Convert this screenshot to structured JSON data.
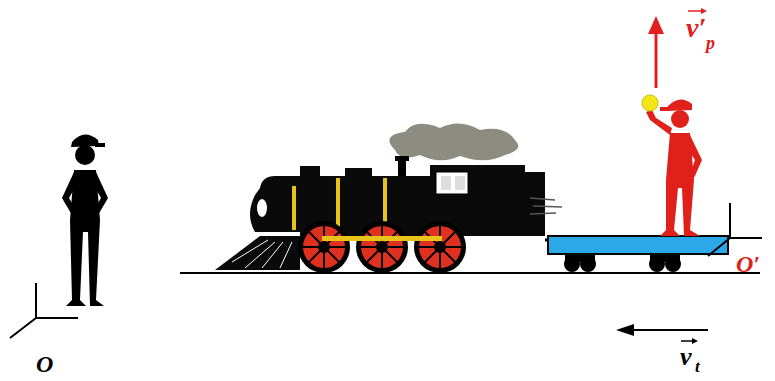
{
  "diagram": {
    "labels": [
      "v′",
      "p",
      "O′",
      "v",
      "t",
      "O"
    ]
  }
}
